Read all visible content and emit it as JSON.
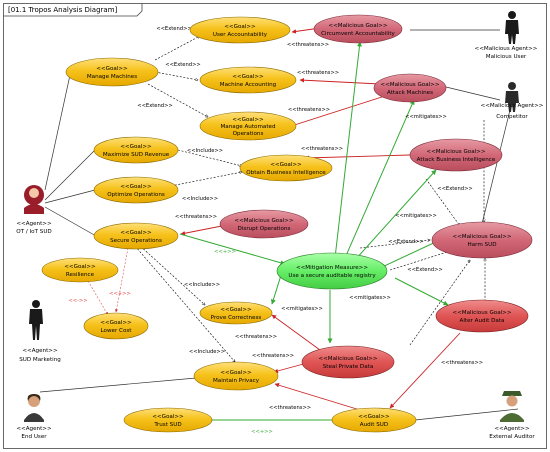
{
  "frame": {
    "title": "[01.1 Tropos Analysis Diagram]"
  },
  "colors": {
    "goal": "#f6c21c",
    "malicious": "#d76b7a",
    "mitigation": "#66ee66",
    "threat_line": "#cc2222",
    "mitigate_line": "#33aa33"
  },
  "nodes": {
    "user_accountability": {
      "stereo": "<<Goal>>",
      "name": "User Accountability"
    },
    "circumvent_accountability": {
      "stereo": "<<Malicious Goal>>",
      "name": "Circumvent Accountability"
    },
    "manage_machines": {
      "stereo": "<<Goal>>",
      "name": "Manage Machines"
    },
    "machine_accounting": {
      "stereo": "<<Goal>>",
      "name": "Machine Accounting"
    },
    "attack_machines": {
      "stereo": "<<Malicious Goal>>",
      "name": "Attack Machines"
    },
    "manage_automated": {
      "stereo": "<<Goal>>",
      "name1": "Manage Automated",
      "name2": "Operations"
    },
    "maximize_revenue": {
      "stereo": "<<Goal>>",
      "name": "Maximize SUD Revenue"
    },
    "obtain_bi": {
      "stereo": "<<Goal>>",
      "name": "Obtain Business Intelligence"
    },
    "attack_bi": {
      "stereo": "<<Malicious Goal>>",
      "name": "Attack Business Intelligence"
    },
    "optimize_operations": {
      "stereo": "<<Goal>>",
      "name": "Optimize Operations"
    },
    "secure_operations": {
      "stereo": "<<Goal>>",
      "name": "Secure Operations"
    },
    "disrupt_operations": {
      "stereo": "<<Malicious Goal>>",
      "name": "Disrupt Operations"
    },
    "harm_sud": {
      "stereo": "<<Malicious Goal>>",
      "name": "Harm SUD"
    },
    "resilience": {
      "stereo": "<<Goal>>",
      "name": "Resilience"
    },
    "mitigation": {
      "stereo": "<<Mitigation Measure>>",
      "name": "Use a secure auditable registry"
    },
    "prove_correctness": {
      "stereo": "<<Goal>>",
      "name": "Prove Correctness"
    },
    "alter_audit": {
      "stereo": "<<Malicious Goal>>",
      "name": "Alter Audit Data"
    },
    "lower_cost": {
      "stereo": "<<Goal>>",
      "name": "Lower Cost"
    },
    "steal_private": {
      "stereo": "<<Malicious Goal>>",
      "name": "Steal Private Data"
    },
    "maintain_privacy": {
      "stereo": "<<Goal>>",
      "name": "Maintain Privacy"
    },
    "trust_sud": {
      "stereo": "<<Goal>>",
      "name": "Trust SUD"
    },
    "audit_sud": {
      "stereo": "<<Goal>>",
      "name": "Audit SUD"
    }
  },
  "agents": {
    "malicious_user": {
      "stereo": "<<Malicious Agent>>",
      "name": "Malicious User"
    },
    "competitor": {
      "stereo": "<<Malicious Agent>>",
      "name": "Competitor"
    },
    "ot_iot_sud": {
      "stereo": "<<Agent>>",
      "name": "OT / IoT SUD"
    },
    "sud_marketing": {
      "stereo": "<<Agent>>",
      "name": "SUD Marketing"
    },
    "end_user": {
      "stereo": "<<Agent>>",
      "name": "End User"
    },
    "external_auditor": {
      "stereo": "<<Agent>>",
      "name": "External Auditor"
    }
  },
  "labels": {
    "extend": "<<Extend>>",
    "threatens": "<<threatens>>",
    "mitigates": "<<mitigates>>",
    "include": "<<Include>>",
    "dep_minus": "<<->>",
    "dep_plus": "<<+>>"
  }
}
